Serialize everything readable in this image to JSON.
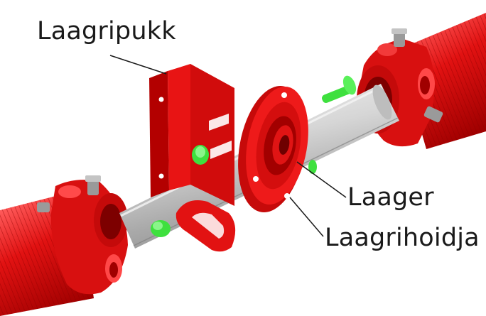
{
  "labels": {
    "bracket": "Laagripukk",
    "bearing": "Laager",
    "holder": "Laagrihoidja"
  },
  "colors": {
    "part_red": "#e01010",
    "part_red_dark": "#9e0000",
    "part_red_light": "#ff4a4a",
    "shaft_grey": "#b8b8b8",
    "bolt_green": "#3ee03e",
    "bolt_grey": "#9a9a9a",
    "leader_line": "#1a1a1a",
    "label_text": "#1a1a1a"
  }
}
